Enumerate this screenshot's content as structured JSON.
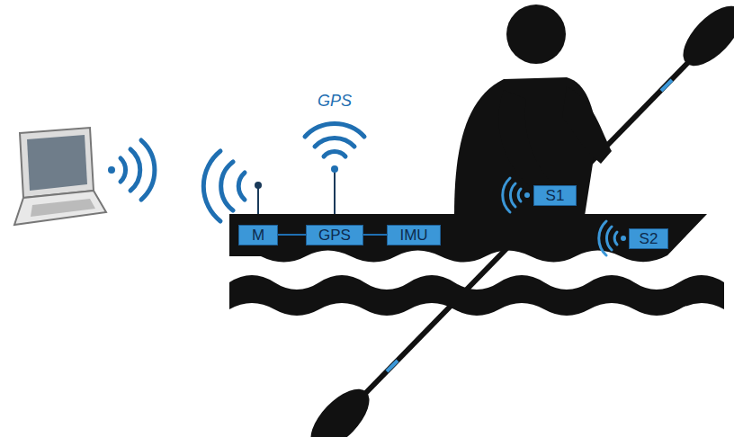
{
  "diagram": {
    "nodes": [
      {
        "text": [
          "M"
        ]
      },
      {
        "text": [
          "GPS"
        ]
      },
      {
        "text": [
          "IMU"
        ]
      },
      {
        "text": [
          "S1"
        ]
      },
      {
        "text": [
          "S2"
        ]
      }
    ],
    "edges": [
      {
        "from": 0,
        "to": 1,
        "arrow": "none"
      },
      {
        "from": 1,
        "to": 2,
        "arrow": "none"
      }
    ],
    "labels": [
      "GPS"
    ]
  }
}
